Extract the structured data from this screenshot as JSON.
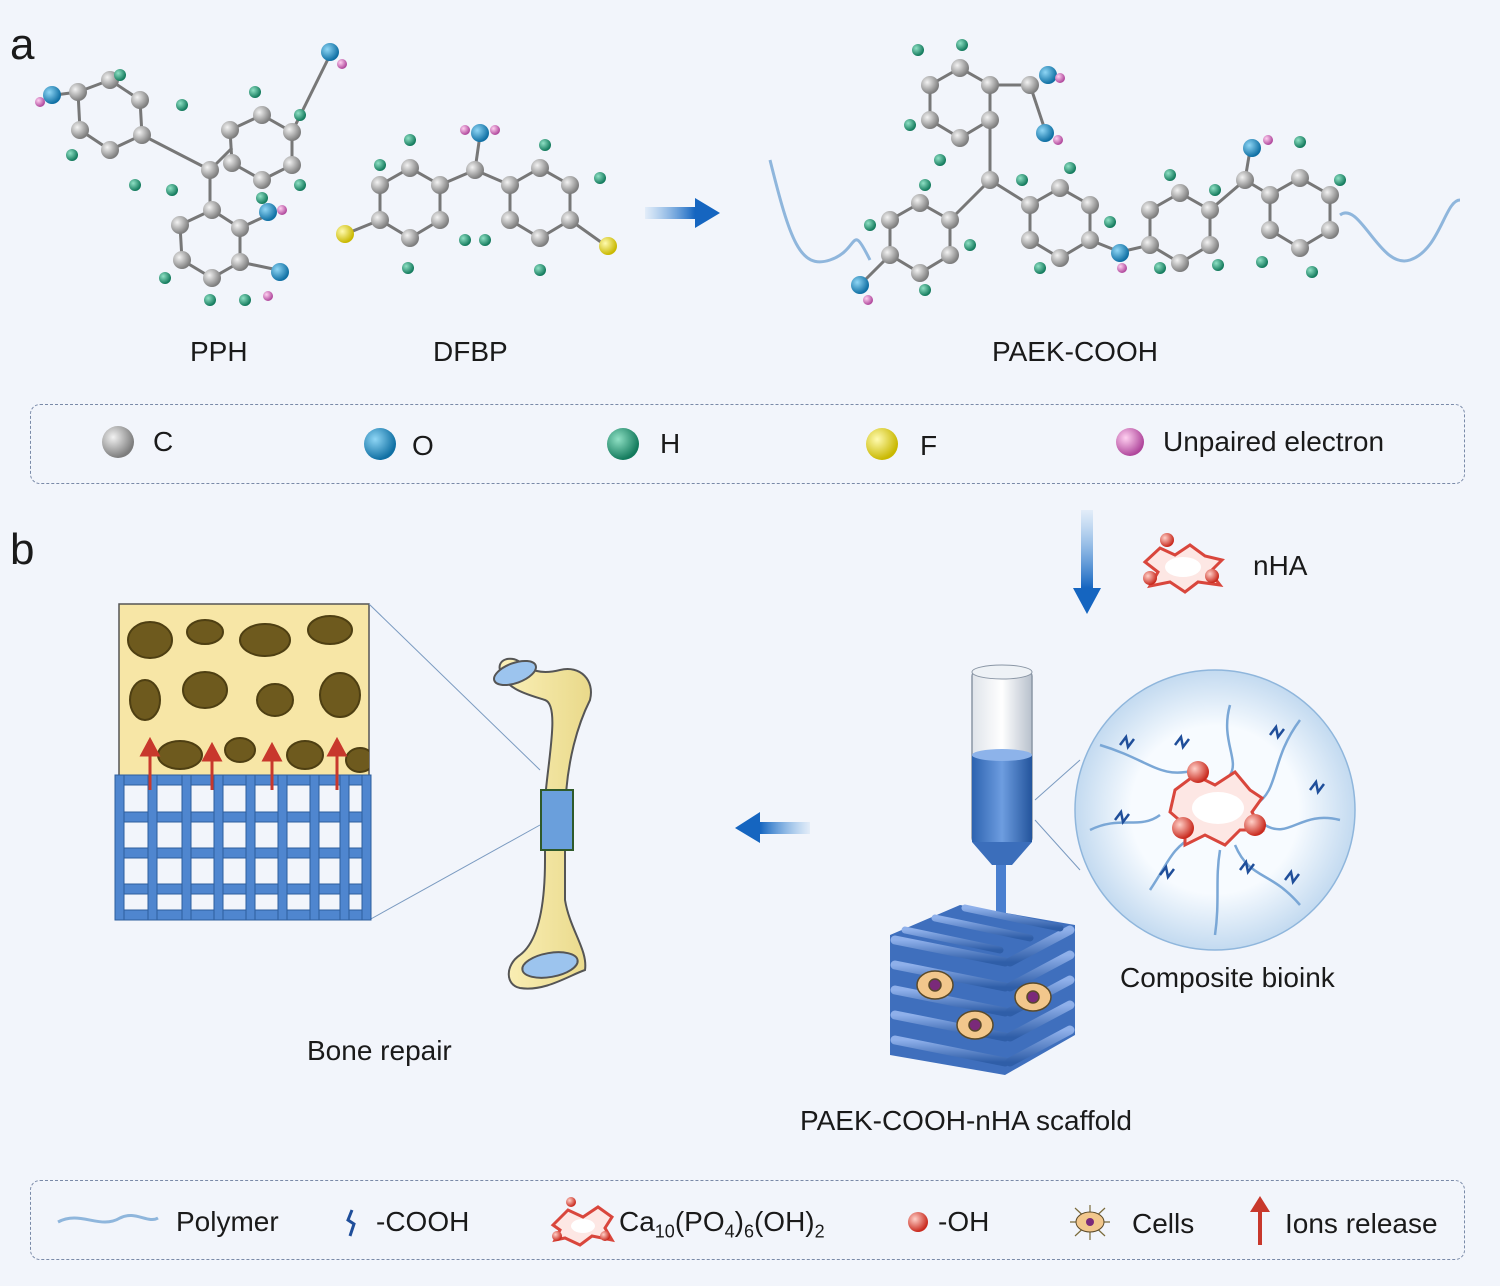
{
  "panels": {
    "a": "a",
    "b": "b"
  },
  "molecules": {
    "pph": "PPH",
    "dfbp": "DFBP",
    "paek_cooh": "PAEK-COOH"
  },
  "atom_legend": [
    {
      "key": "c",
      "label": "C",
      "color": "#9a9a9a"
    },
    {
      "key": "o",
      "label": "O",
      "color": "#1e8fc4"
    },
    {
      "key": "h",
      "label": "H",
      "color": "#1f9e7a"
    },
    {
      "key": "f",
      "label": "F",
      "color": "#f1e21a"
    },
    {
      "key": "e",
      "label": "Unpaired electron",
      "color": "#d06bbf"
    }
  ],
  "flow": {
    "nha": "nHA"
  },
  "labels": {
    "bone_repair": "Bone repair",
    "composite_bioink": "Composite bioink",
    "scaffold": "PAEK-COOH-nHA scaffold"
  },
  "bottom_legend": {
    "polymer": "Polymer",
    "cooh": "-COOH",
    "hydroxyapatite": {
      "ca": "Ca",
      "ca_sub": "10",
      "po4": "(PO",
      "po4_sub": "4",
      "po4_mult": ")",
      "po4_mult_sub": "6",
      "oh": "(OH)",
      "oh_sub": "2"
    },
    "oh": "-OH",
    "cells": "Cells",
    "ions": "Ions release"
  }
}
